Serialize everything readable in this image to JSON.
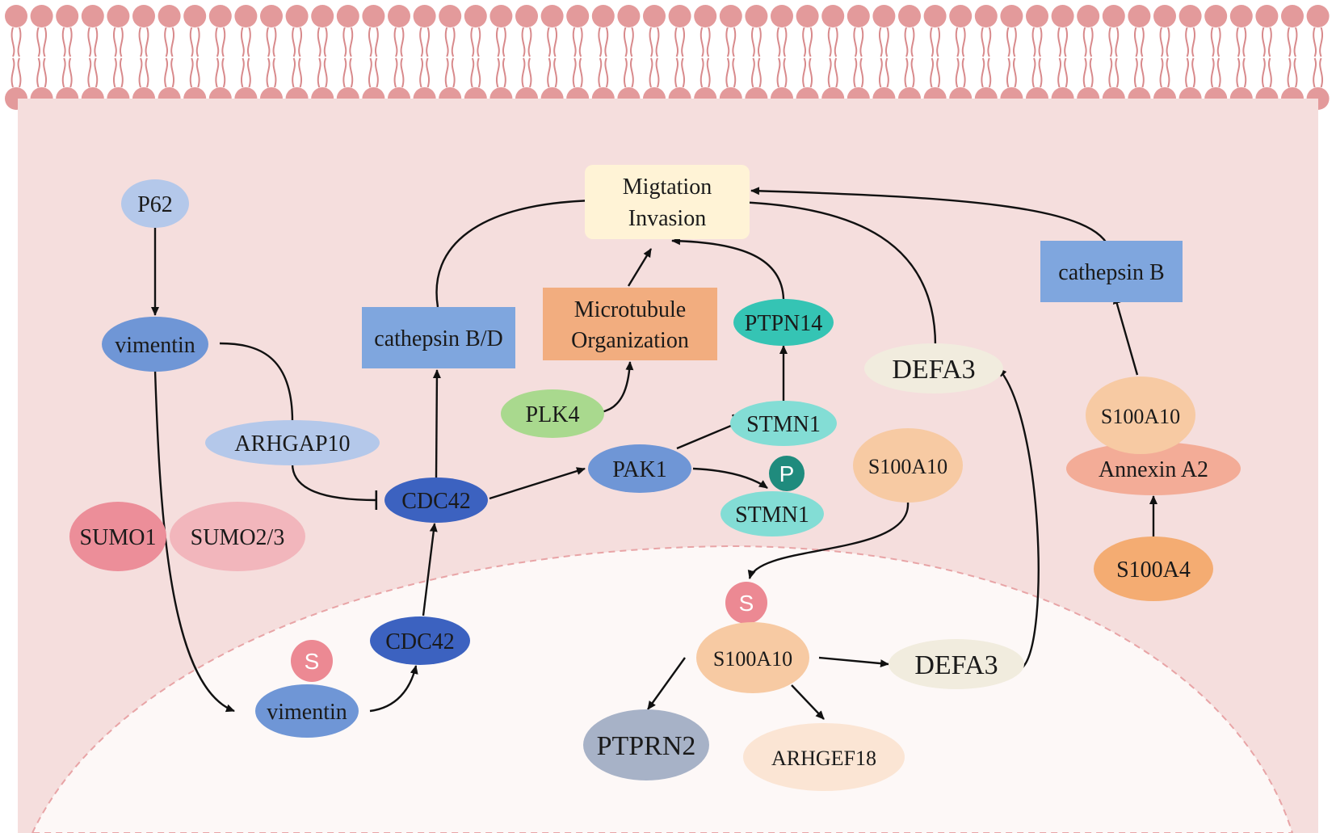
{
  "colors": {
    "membrane_head": "#e39a9b",
    "membrane_tail": "#d88a8c",
    "cytoplasm": "#f5dedd",
    "nucleus": "#fdf8f7",
    "nucleus_border": "#e8a4a6",
    "node_vimentin": "#6f96d6",
    "node_cdc42": "#3c62c0",
    "node_pak1": "#6f96d6",
    "node_light_blue": "#b4c8ea",
    "node_box_blue": "#7fa6de",
    "node_orange_box": "#f2ad7f",
    "node_teal": "#35c4b4",
    "node_teal_light": "#83ddd5",
    "node_green": "#a9d98e",
    "node_peach": "#f7caa3",
    "node_peach_light": "#fbe5d4",
    "node_cream": "#f1ecde",
    "node_salmon": "#f3ac97",
    "node_orange": "#f4ac72",
    "node_sumo1": "#ec8e99",
    "node_sumo23": "#f2b6bc",
    "node_ptprn2": "#a7b2c7",
    "badge_sumo": "#ec8993",
    "badge_phospho": "#1f8b7d",
    "outcome_box": "#fff3d6"
  },
  "nodes": {
    "outcome": {
      "line1": "Migtation",
      "line2": "Invasion"
    },
    "microtubule": {
      "line1": "Microtubule",
      "line2": "Organization"
    },
    "p62": "P62",
    "vimentin_cyto": "vimentin",
    "arhgap10": "ARHGAP10",
    "sumo1": "SUMO1",
    "sumo23": "SUMO2/3",
    "cathepsin_bd": "cathepsin B/D",
    "cdc42_cyto": "CDC42",
    "cdc42_nuc": "CDC42",
    "vimentin_nuc": "vimentin",
    "plk4": "PLK4",
    "pak1": "PAK1",
    "ptpn14": "PTPN14",
    "stmn1_top": "STMN1",
    "stmn1_bottom": "STMN1",
    "defa3_cyto": "DEFA3",
    "s100a10_mid": "S100A10",
    "s100a10_nuc": "S100A10",
    "defa3_nuc": "DEFA3",
    "ptprn2": "PTPRN2",
    "arhgef18": "ARHGEF18",
    "cathepsin_b": "cathepsin B",
    "s100a10_right": "S100A10",
    "annexin_a2": "Annexin A2",
    "s100a4": "S100A4"
  },
  "badges": {
    "sumo_vimentin": "S",
    "sumo_s100a10": "S",
    "phospho_stmn1": "P"
  }
}
